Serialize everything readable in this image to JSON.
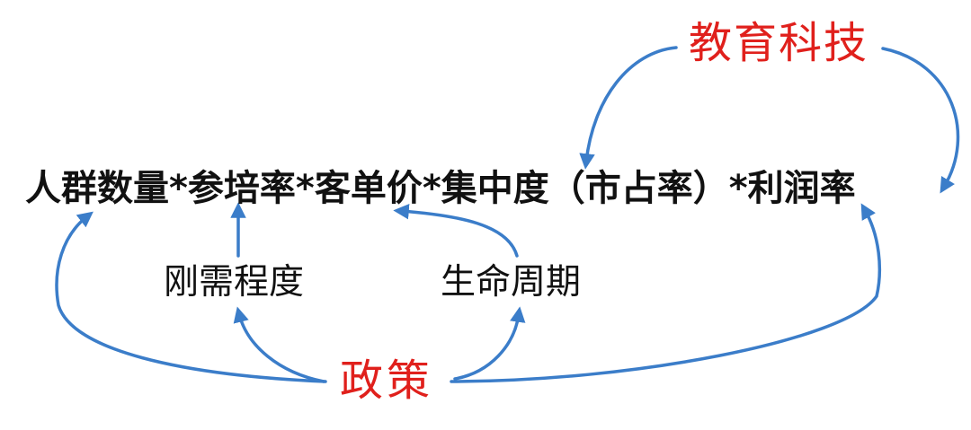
{
  "diagram": {
    "top_node": {
      "label": "教育科技",
      "color": "#e0201c"
    },
    "formula": {
      "label": "人群数量*参培率*客单价*集中度（市占率）*利润率",
      "color": "#111111",
      "terms": [
        "人群数量",
        "参培率",
        "客单价",
        "集中度（市占率）",
        "利润率"
      ]
    },
    "sub_nodes": [
      {
        "label": "刚需程度",
        "points_to": "参培率"
      },
      {
        "label": "生命周期",
        "points_to": "客单价"
      }
    ],
    "bottom_node": {
      "label": "政策",
      "color": "#e0201c"
    },
    "arrow_color": "#3b7dc9",
    "edges": [
      {
        "from": "教育科技",
        "to": "集中度（市占率）"
      },
      {
        "from": "教育科技",
        "to": "利润率"
      },
      {
        "from": "刚需程度",
        "to": "参培率"
      },
      {
        "from": "生命周期",
        "to": "客单价"
      },
      {
        "from": "政策",
        "to": "人群数量"
      },
      {
        "from": "政策",
        "to": "刚需程度"
      },
      {
        "from": "政策",
        "to": "生命周期"
      },
      {
        "from": "政策",
        "to": "利润率"
      }
    ]
  }
}
